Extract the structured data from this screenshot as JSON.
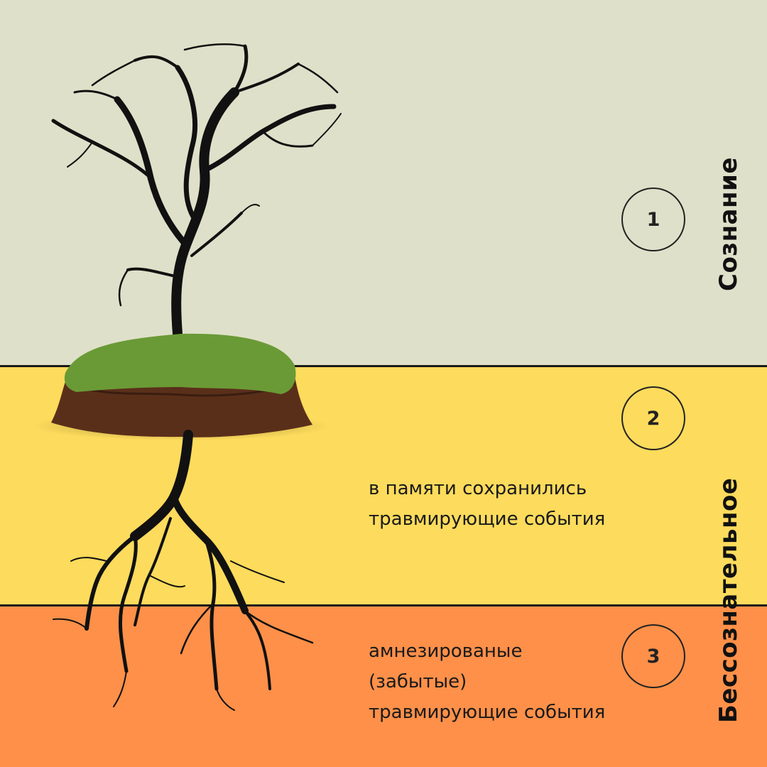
{
  "layers": [
    {
      "number": "1",
      "side_label": "Сознание",
      "color": "#dfe0c9"
    },
    {
      "number": "2",
      "caption_lines": [
        "в памяти сохранились",
        "травмирующие события"
      ],
      "color": "#fddb5c"
    },
    {
      "number": "3",
      "caption_lines": [
        "амнезированые",
        "(забытые)",
        "травмирующие события"
      ],
      "color": "#fe9049"
    }
  ],
  "unconscious_label": "Бессознательное",
  "illustration": {
    "icon": "tree-with-roots-icon"
  }
}
